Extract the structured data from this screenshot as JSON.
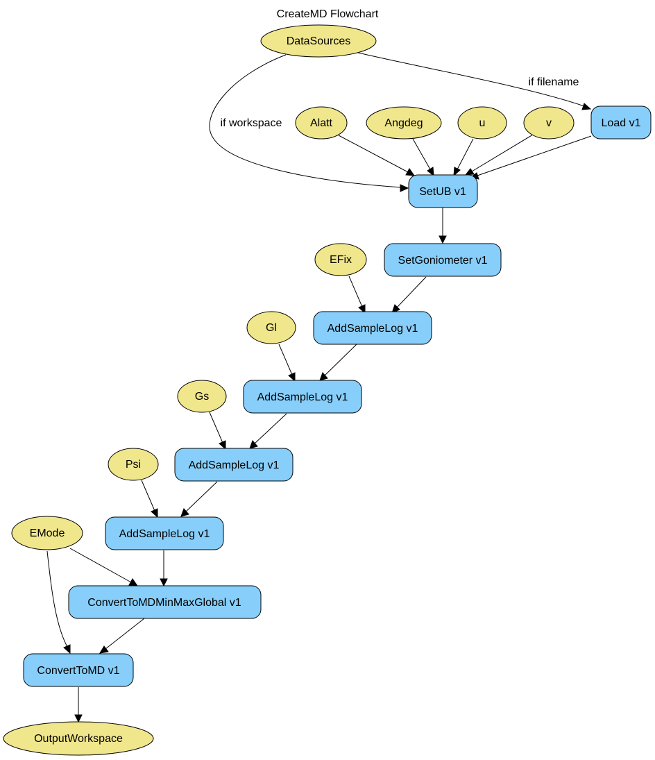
{
  "title": "CreateMD Flowchart",
  "colors": {
    "input_fill": "#f0e68c",
    "algorithm_fill": "#87cefa",
    "stroke": "#000000",
    "background": "#ffffff"
  },
  "nodes": {
    "datasources": "DataSources",
    "alatt": "Alatt",
    "angdeg": "Angdeg",
    "u": "u",
    "v": "v",
    "load": "Load v1",
    "setub": "SetUB v1",
    "efix": "EFix",
    "setgoniometer": "SetGoniometer v1",
    "addsamplelog1": "AddSampleLog v1",
    "gl": "Gl",
    "addsamplelog2": "AddSampleLog v1",
    "gs": "Gs",
    "addsamplelog3": "AddSampleLog v1",
    "psi": "Psi",
    "addsamplelog4": "AddSampleLog v1",
    "emode": "EMode",
    "converttomdminmaxglobal": "ConvertToMDMinMaxGlobal v1",
    "converttomd": "ConvertToMD v1",
    "outputworkspace": "OutputWorkspace"
  },
  "edge_labels": {
    "if_workspace": "if workspace",
    "if_filename": "if filename"
  }
}
